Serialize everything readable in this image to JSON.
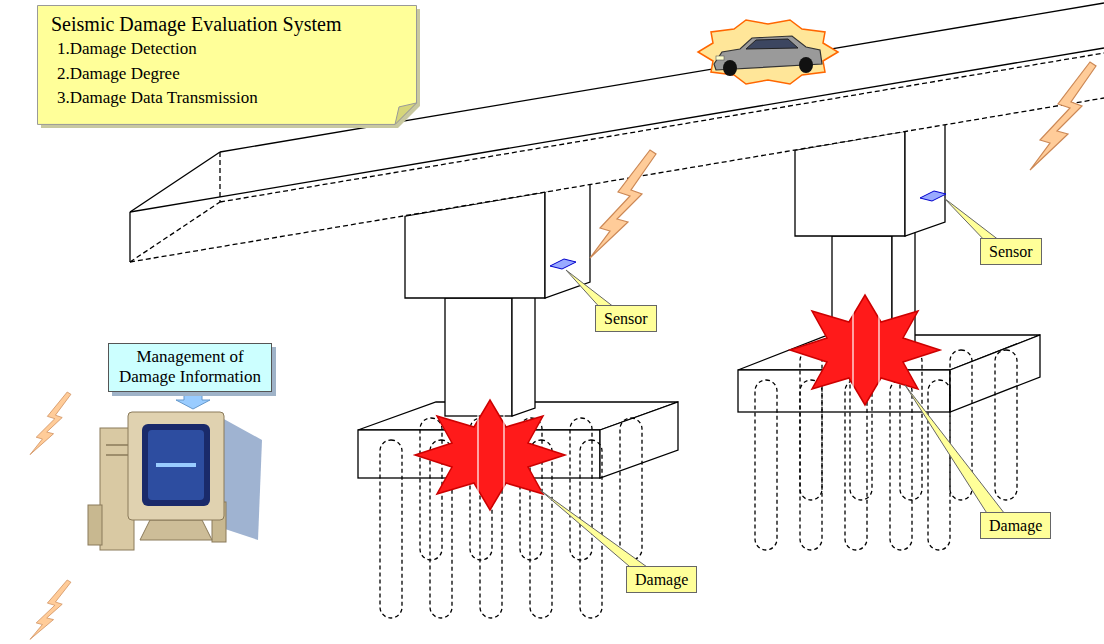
{
  "diagram": {
    "nodes": [
      {
        "text": [
          "Seismic Damage Evaluation System",
          "1.Damage Detection",
          "2.Damage Degree",
          "3.Damage Data Transmission"
        ]
      },
      {
        "text": [
          "Sensor"
        ]
      },
      {
        "text": [
          "Sensor"
        ]
      },
      {
        "text": [
          "Management of Damage Information"
        ]
      },
      {
        "text": [
          "Damage"
        ]
      },
      {
        "text": [
          "Damage"
        ]
      }
    ]
  }
}
